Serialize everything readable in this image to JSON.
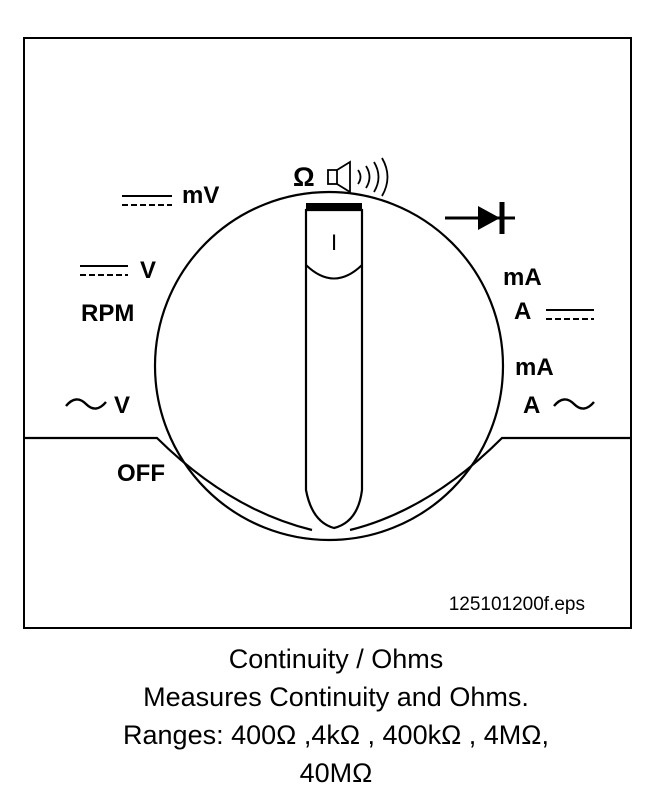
{
  "dial": {
    "labels": {
      "ohm_continuity": "Ω",
      "mv": "mV",
      "v_dc": "V",
      "rpm": "RPM",
      "v_ac": "V",
      "off": "OFF",
      "ma_dc": "mA",
      "a_dc": "A",
      "ma_ac": "mA",
      "a_ac": "A"
    },
    "pointer_mark": "I",
    "file_name": "125101200f.eps"
  },
  "caption": {
    "title": "Continuity / Ohms",
    "description": "Measures Continuity and Ohms.",
    "ranges_line1": "Ranges: 400Ω ,4kΩ , 400kΩ , 4MΩ,",
    "ranges_line2": "40MΩ"
  },
  "colors": {
    "ink": "#000000",
    "background": "#ffffff"
  },
  "icons": [
    "speaker-icon",
    "sound-wave-icon",
    "diode-icon",
    "dc-symbol-icon",
    "ac-wave-icon"
  ]
}
